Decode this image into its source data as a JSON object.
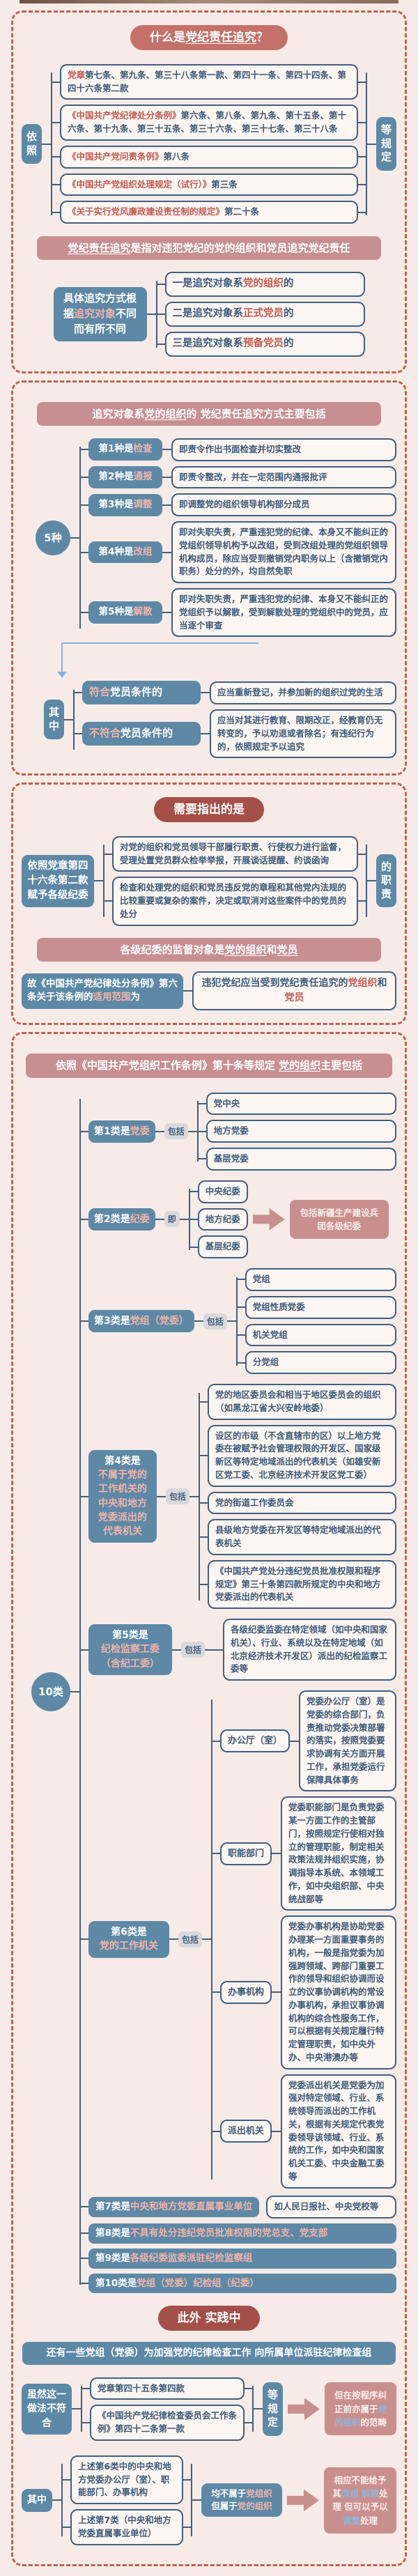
{
  "colors": {
    "background": "#f7ebe7",
    "dashed_border": "#c2604d",
    "node_blue": "#5d89a6",
    "box_border": "#41607f",
    "box_text": "#3c5a78",
    "highlight_red": "#c25a51",
    "highlight_pink": "#f2b3aa",
    "banner_rose": "#c78f92",
    "pill_salmon": "#c4716a",
    "pill_dark_red": "#a54f49",
    "arrow_pink": "#c98f8e",
    "flow_arrow_blue": "#85b1dd"
  },
  "s1": {
    "title": {
      "pre": "什么是",
      "u": "党纪责任追究",
      "post": "？"
    },
    "left_node": "依照",
    "right_node": "等规定",
    "regulations": [
      {
        "hl": "党章",
        "rest": "第七条、第九条、第三十八条第一款、第四十一条、第四十四条、第四十六条第二款"
      },
      {
        "hl": "《中国共产党纪律处分条例》",
        "rest": "第六条、第八条、第九条、第十五条、第十六条、第十九条、第三十五条、第三十六条、第三十七条、第三十八条"
      },
      {
        "hl": "《中国共产党问责条例》",
        "rest": "第八条"
      },
      {
        "hl": "《中国共产党组织处理规定（试行）》",
        "rest": "第三条"
      },
      {
        "hl": "《关于实行党风廉政建设责任制的规定》",
        "rest": "第二十条"
      }
    ],
    "banner": {
      "u": "党纪责任追究",
      "post": "是指对违犯党纪的党的组织和党员追究党纪责任"
    },
    "method_node": {
      "pre": "具体追究方式根据",
      "hl": "追究对象",
      "post": "不同而有所不同"
    },
    "branches": [
      {
        "pre": "一是追究对象系",
        "hl": "党的组织",
        "post": "的"
      },
      {
        "pre": "二是追究对象系",
        "hl": "正式党员",
        "post": "的"
      },
      {
        "pre": "三是追究对象系",
        "hl": "预备党员",
        "post": "的"
      }
    ]
  },
  "s2": {
    "banner": {
      "pre": "追究对象系",
      "u": "党的组织",
      "post": "的 党纪责任追究方式主要包括"
    },
    "count_node": "5种",
    "kinds": [
      {
        "pre": "第1种是",
        "hl": "检查",
        "desc": "即责令作出书面检查并切实整改"
      },
      {
        "pre": "第2种是",
        "hl": "通报",
        "desc": "即责令整改，并在一定范围内通报批评"
      },
      {
        "pre": "第3种是",
        "hl": "调整",
        "desc": "即调整党的组织领导机构部分成员"
      },
      {
        "pre": "第4种是",
        "hl": "改组",
        "desc": "即对失职失责，严重违犯党的纪律、本身又不能纠正的党组织领导机构予以改组，受到改组处理的党组织领导机构成员，除应当受到撤销党内职务以上（含撤销党内职务）处分的外，均自然免职"
      },
      {
        "pre": "第5种是",
        "hl": "解散",
        "desc": "即对失职失责，严重违犯党的纪律、本身又不能纠正的党组织予以解散，受到解散处理的党组织中的党员，应当逐个审查"
      }
    ],
    "among_node": "其中",
    "among": [
      {
        "hl": "符合",
        "post": "党员条件的",
        "desc": "应当重新登记，并参加新的组织过党的生活"
      },
      {
        "hl": "不符合",
        "post": "党员条件的",
        "desc": "应当对其进行教育、限期改正，经教育仍无转变的，予以劝退或者除名；有违纪行为的，依照规定予以追究"
      }
    ]
  },
  "s3": {
    "pill": "需要指出的是",
    "left_node": "依照党章第四十六条第二款赋予各级纪委",
    "duties": [
      "对党的组织和党员领导干部履行职责、行使权力进行监督，受理处置党员群众检举举报，开展谈话提醒、约谈函询",
      "检查和处理党的组织和党员违反党的章程和其他党内法规的比较重要或复杂的案件，决定或取消对这些案件中的党员的处分"
    ],
    "right_node": "的职责",
    "banner": {
      "pre": "各级纪委的监督对象是",
      "u1": "党的组织",
      "mid": "和",
      "u2": "党员"
    },
    "scope_node": {
      "pre": "故《中国共产党纪律处分条例》第六条关于该条例的",
      "hl": "适用范围",
      "post": "为"
    },
    "scope_box": {
      "pre": "违犯党纪应当受到党纪责任追究的",
      "hl1": "党组织",
      "mid": "和",
      "hl2": "党员"
    }
  },
  "s4": {
    "banner": {
      "pre": "依照《中国共产党组织工作条例》第十条等规定 ",
      "u": "党的组织",
      "post": "主要包括"
    },
    "count_node": "10类",
    "c1": {
      "pre": "第1类是",
      "hl": "党委",
      "conn": "包括",
      "items": [
        "党中央",
        "地方党委",
        "基层党委"
      ]
    },
    "c2": {
      "pre": "第2类是",
      "hl": "纪委",
      "conn": "即",
      "items": [
        "中央纪委",
        "地方纪委",
        "基层纪委"
      ],
      "note": "包括新疆生产建设兵团各级纪委"
    },
    "c3": {
      "pre": "第3类是",
      "hl": "党组（党委）",
      "conn": "包括",
      "items": [
        "党组",
        "党组性质党委",
        "机关党组",
        "分党组"
      ]
    },
    "c4": {
      "pre": "第4类是",
      "hl": "不属于党的工作机关的中央和地方党委派出的代表机关",
      "conn": "包括",
      "items": [
        "党的地区委员会和相当于地区委员会的组织（如黑龙江省大兴安岭地委）",
        "设区的市级（不含直辖市的区）以上地方党委在被赋予社会管理权限的开发区、国家级新区等特定地域派出的代表机关（如雄安新区党工委、北京经济技术开发区党工委）",
        "党的街道工作委员会",
        "县级地方党委在开发区等特定地域派出的代表机关",
        "《中国共产党处分违纪党员批准权限和程序规定》第三十条第四款所规定的中央和地方党委派出的代表机关"
      ]
    },
    "c5": {
      "pre": "第5类是",
      "hl": "纪检监察工委（含纪工委）",
      "conn": "包括",
      "items": [
        "各级纪委监委在特定领域（如中央和国家机关）、行业、系统以及在特定地域（如北京经济技术开发区）派出的纪检监察工委等"
      ]
    },
    "c6": {
      "pre": "第6类是",
      "hl": "党的工作机关",
      "conn": "包括",
      "subs": [
        {
          "name": "办公厅（室）",
          "desc": "党委办公厅（室）是党委的综合部门，负责推动党委决策部署的落实，按照党委要求协调有关方面开展工作，承担党委运行保障具体事务"
        },
        {
          "name": "职能部门",
          "desc": "党委职能部门是负责党委某一方面工作的主管部门，按照规定行使相对独立的管理职能，制定相关政策法规并组织实施，协调指导本系统、本领域工作，如中央组织部、中央统战部等"
        },
        {
          "name": "办事机构",
          "desc": "党委办事机构是协助党委办理某一方面重要事务的机构，一般是指党委为加强跨领域、跨部门重要工作的领导和组织协调而设立的议事协调机构的常设办事机构，承担议事协调机构的综合性服务工作，可以根据有关规定履行特定管理职责，如中央外办、中央港澳办等"
        },
        {
          "name": "派出机关",
          "desc": "党委派出机关是党委为加强对特定领域、行业、系统领导而派出的工作机关，根据有关规定代表党委领导该领域、行业、系统的工作，如中央和国家机关工委、中央金融工委等"
        }
      ]
    },
    "c7": {
      "pre": "第7类是",
      "hl": "中央和地方党委直属事业单位",
      "note": "如人民日报社、中央党校等"
    },
    "c8": {
      "pre": "第8类是",
      "hl": "不具有处分违纪党员批准权限的党总支、党支部"
    },
    "c9": {
      "pre": "第9类是",
      "hl": "各级纪委监委派驻纪检监察组"
    },
    "c10": {
      "pre": "第10类是",
      "hl": "党组（党委）纪检组（纪委）"
    },
    "practice_pill": "此外 实践中",
    "practice_banner": "还有一些党组（党委）为加强党的纪律检查工作 向所属单位派驻纪律检查组",
    "although": {
      "node": "虽然这一做法不符合",
      "rules": [
        "党章第四十五条第四款",
        "《中国共产党纪律检查委员会工作条例》第四十二条第一款"
      ],
      "right_node": "等规定",
      "result": {
        "pre": "但在按程序纠正前亦属于",
        "hl": "党的组织",
        "post": "的范畴"
      }
    },
    "among": {
      "node": "其中",
      "items": [
        "上述第6类中的中央和地方党委办公厅（室）、职能部门、办事机构",
        "上述第7类（中央和地方党委直属事业单位）"
      ],
      "mid": {
        "t1": "均不属于",
        "h1": "党组织",
        "t2": "但属于",
        "h2": "党的组织"
      },
      "result": {
        "t1": "相应不能给予其",
        "h1": "改组 解散",
        "t2": "处理 但可以予以",
        "h2": "调整",
        "t3": "处理"
      }
    }
  }
}
